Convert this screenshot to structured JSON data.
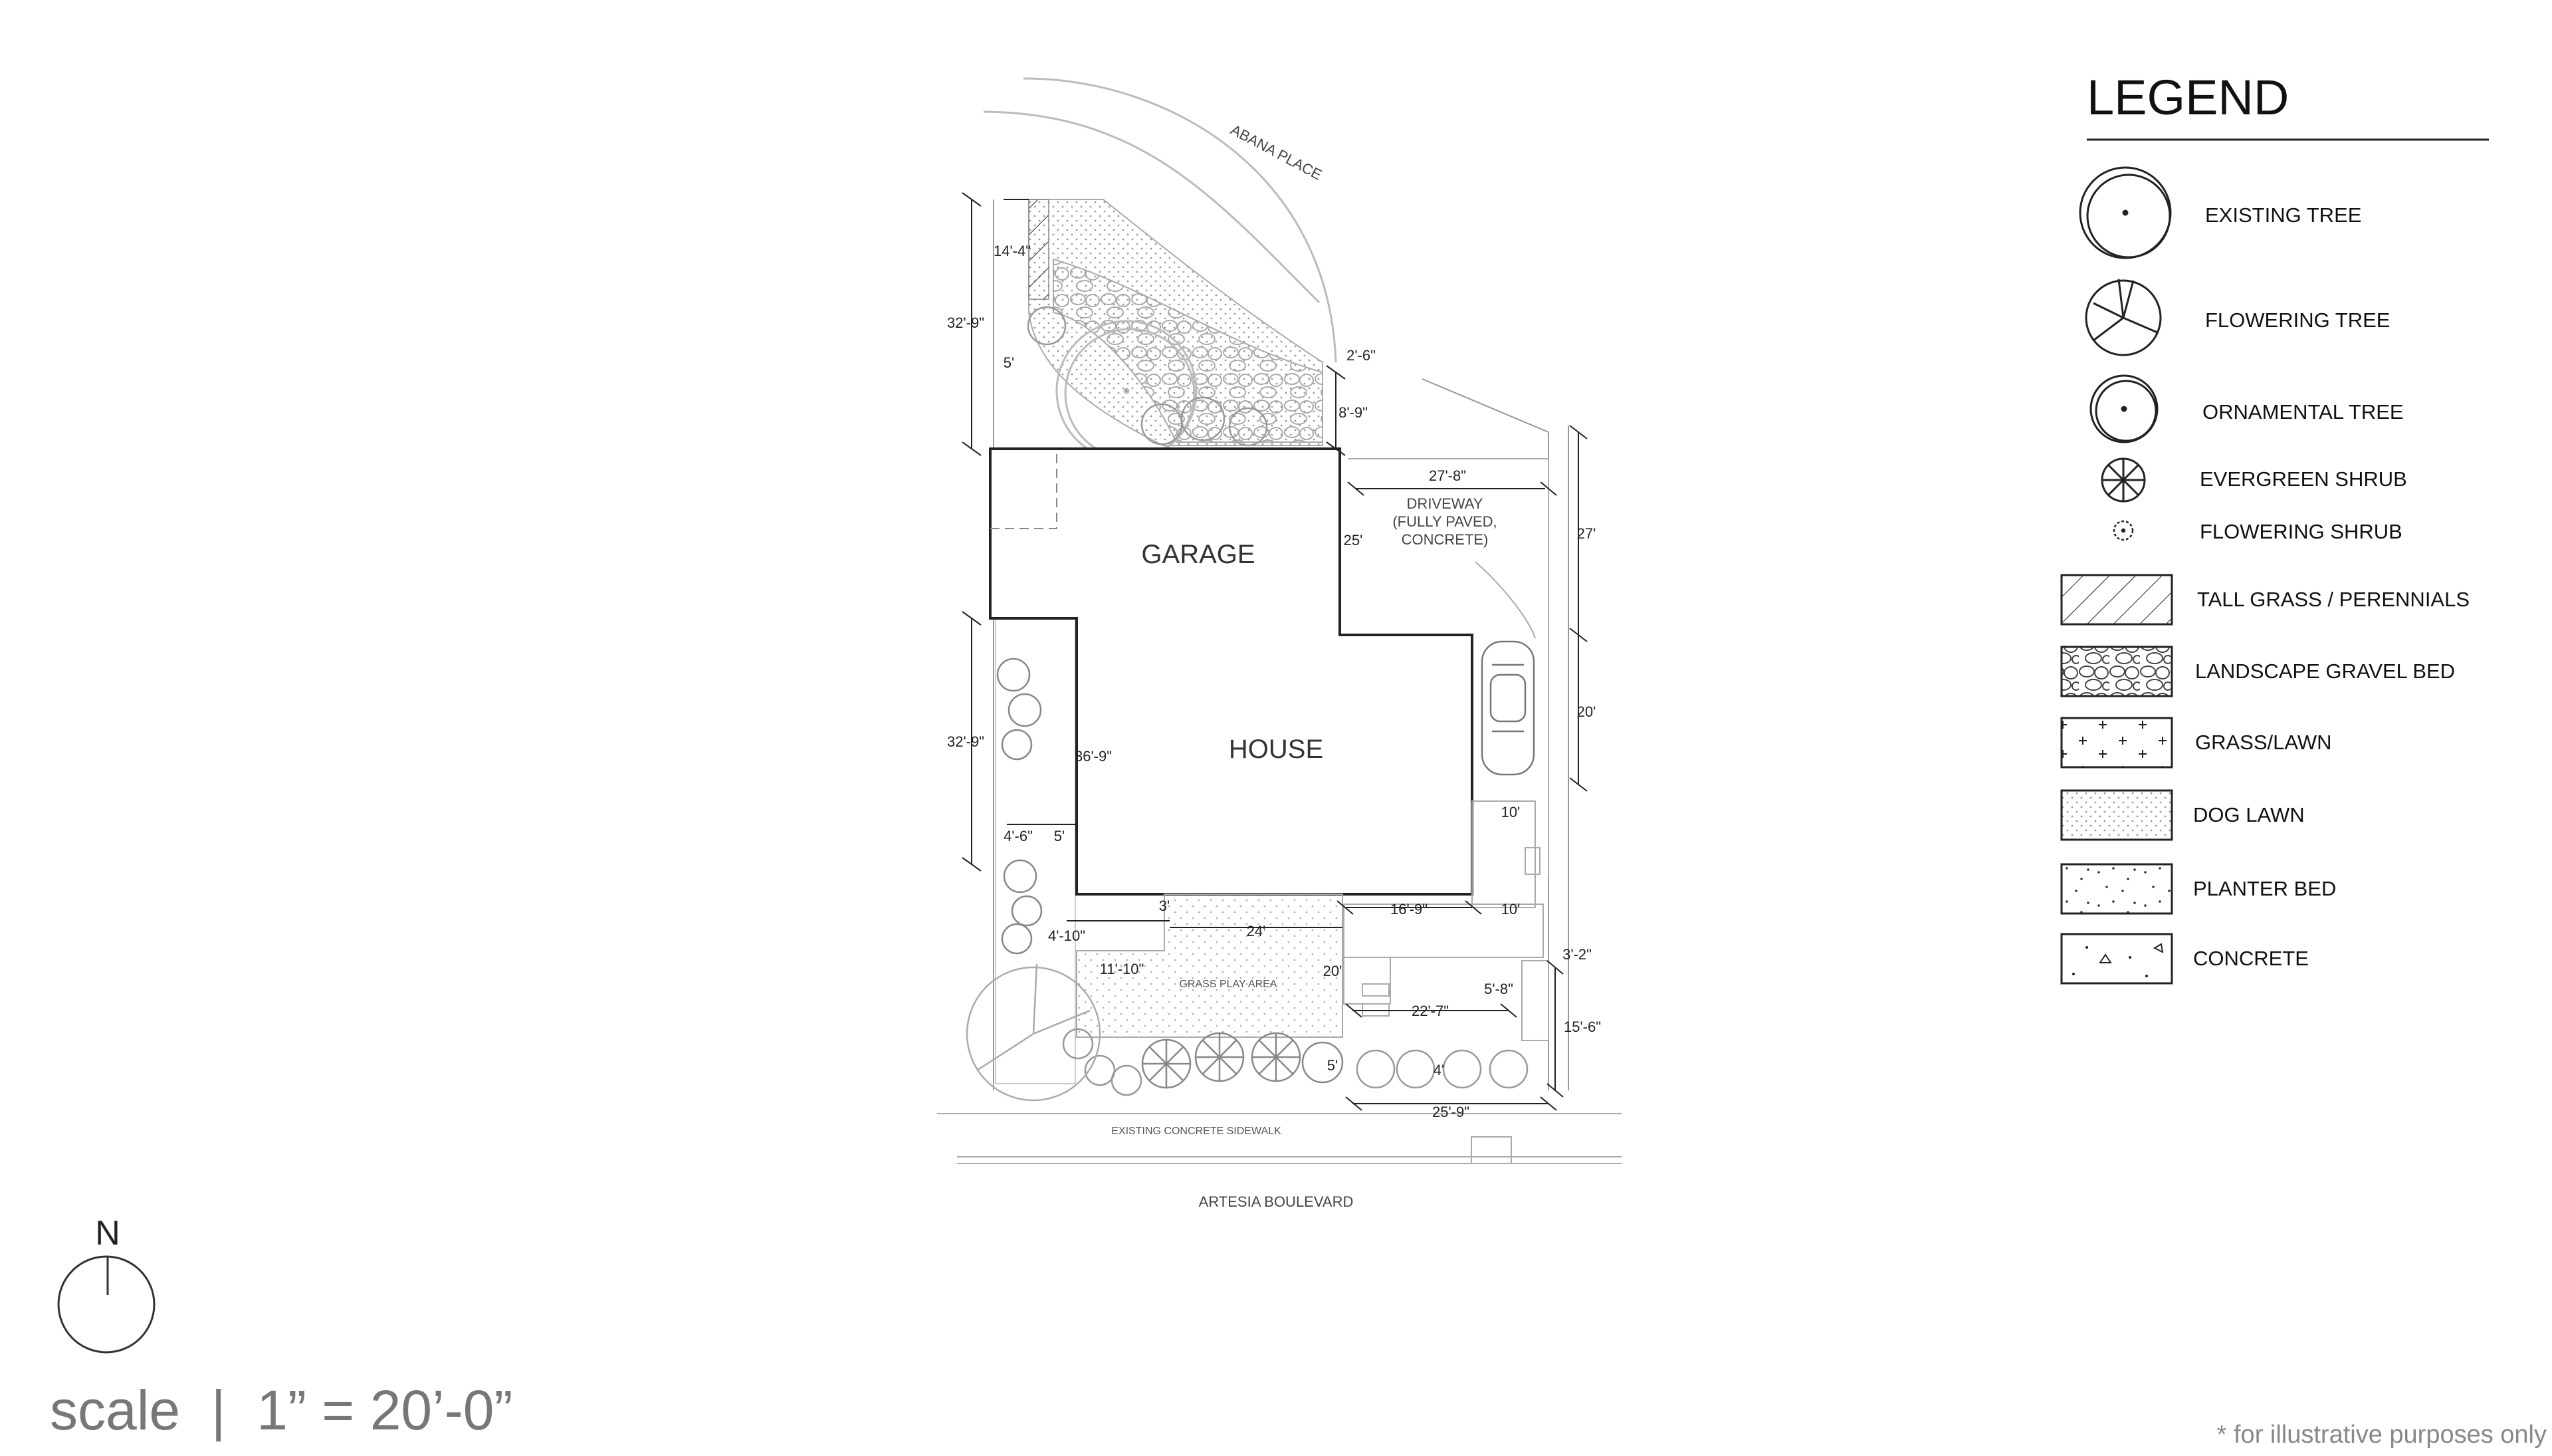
{
  "streets": {
    "north": "ABANA PLACE",
    "south": "ARTESIA BOULEVARD",
    "sidewalk": "EXISTING CONCRETE SIDEWALK"
  },
  "areas": {
    "garage": "GARAGE",
    "house": "HOUSE",
    "driveway_l1": "DRIVEWAY",
    "driveway_l2": "(FULLY PAVED,",
    "driveway_l3": "CONCRETE)",
    "grass_play": "GRASS PLAY AREA"
  },
  "dimensions": {
    "d14_4": "14'-4\"",
    "d32_9_top": "32'-9\"",
    "d5_top": "5'",
    "d2_6": "2'-6\"",
    "d8_9": "8'-9\"",
    "d27_8": "27'-8\"",
    "d25": "25'",
    "d27": "27'",
    "d20_right": "20'",
    "d32_9_mid": "32'-9\"",
    "d36_9": "36'-9\"",
    "d4_6": "4'-6\"",
    "d5_mid": "5'",
    "d10_a": "10'",
    "d10_b": "10'",
    "d3_small": "3'",
    "d16_9": "16'-9\"",
    "d4_10": "4'-10\"",
    "d24": "24'",
    "d3_2": "3'-2\"",
    "d11_10": "11'-10\"",
    "d20_play": "20'",
    "d5_8": "5'-8\"",
    "d22_7": "22'-7\"",
    "d15_6": "15'-6\"",
    "d5_bottom": "5'",
    "d4_bottom": "4'",
    "d25_9": "25'-9\""
  },
  "legend": {
    "title": "LEGEND",
    "items": [
      "EXISTING  TREE",
      "FLOWERING TREE",
      "ORNAMENTAL TREE",
      "EVERGREEN SHRUB",
      "FLOWERING SHRUB",
      "TALL GRASS / PERENNIALS",
      "LANDSCAPE GRAVEL BED",
      "GRASS/LAWN",
      "DOG LAWN",
      "PLANTER BED",
      "CONCRETE"
    ]
  },
  "north": {
    "label": "N"
  },
  "scale": {
    "text": "scale  |  1” = 20’-0”"
  },
  "disclaimer": "* for illustrative purposes only"
}
